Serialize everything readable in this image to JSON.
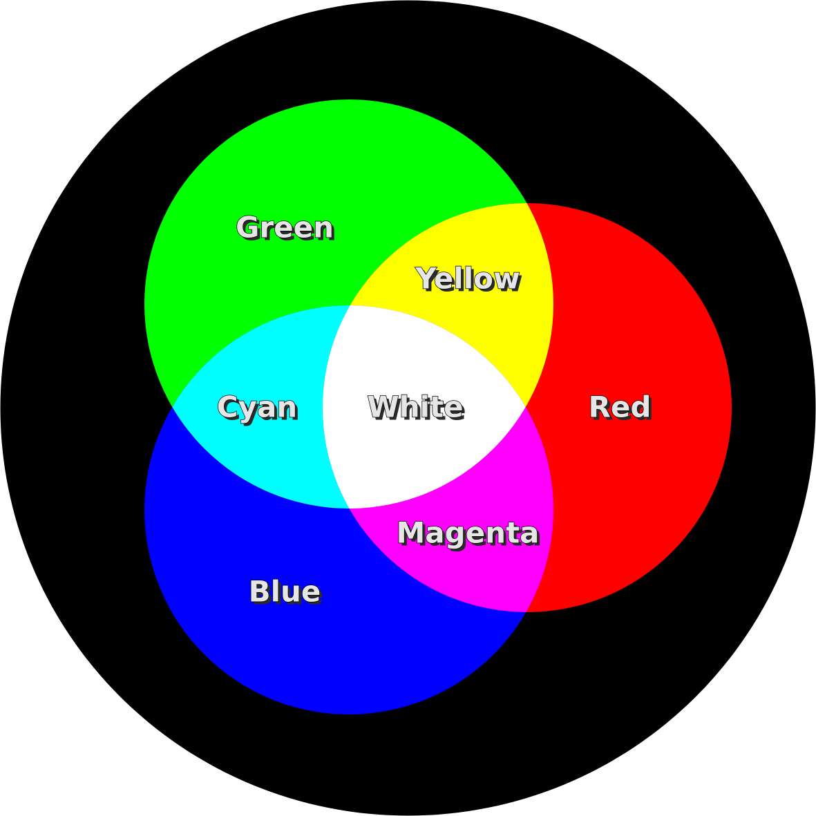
{
  "diagram": {
    "background_color": "#000000",
    "primaries": [
      {
        "key": "green",
        "label": "Green",
        "color": "#00ff00"
      },
      {
        "key": "red",
        "label": "Red",
        "color": "#ff0000"
      },
      {
        "key": "blue",
        "label": "Blue",
        "color": "#0000ff"
      }
    ],
    "mixes": [
      {
        "key": "yellow",
        "label": "Yellow",
        "color": "#ffff00",
        "components": [
          "green",
          "red"
        ]
      },
      {
        "key": "cyan",
        "label": "Cyan",
        "color": "#00ffff",
        "components": [
          "green",
          "blue"
        ]
      },
      {
        "key": "magenta",
        "label": "Magenta",
        "color": "#ff00ff",
        "components": [
          "red",
          "blue"
        ]
      },
      {
        "key": "white",
        "label": "White",
        "color": "#ffffff",
        "components": [
          "green",
          "red",
          "blue"
        ]
      }
    ]
  }
}
